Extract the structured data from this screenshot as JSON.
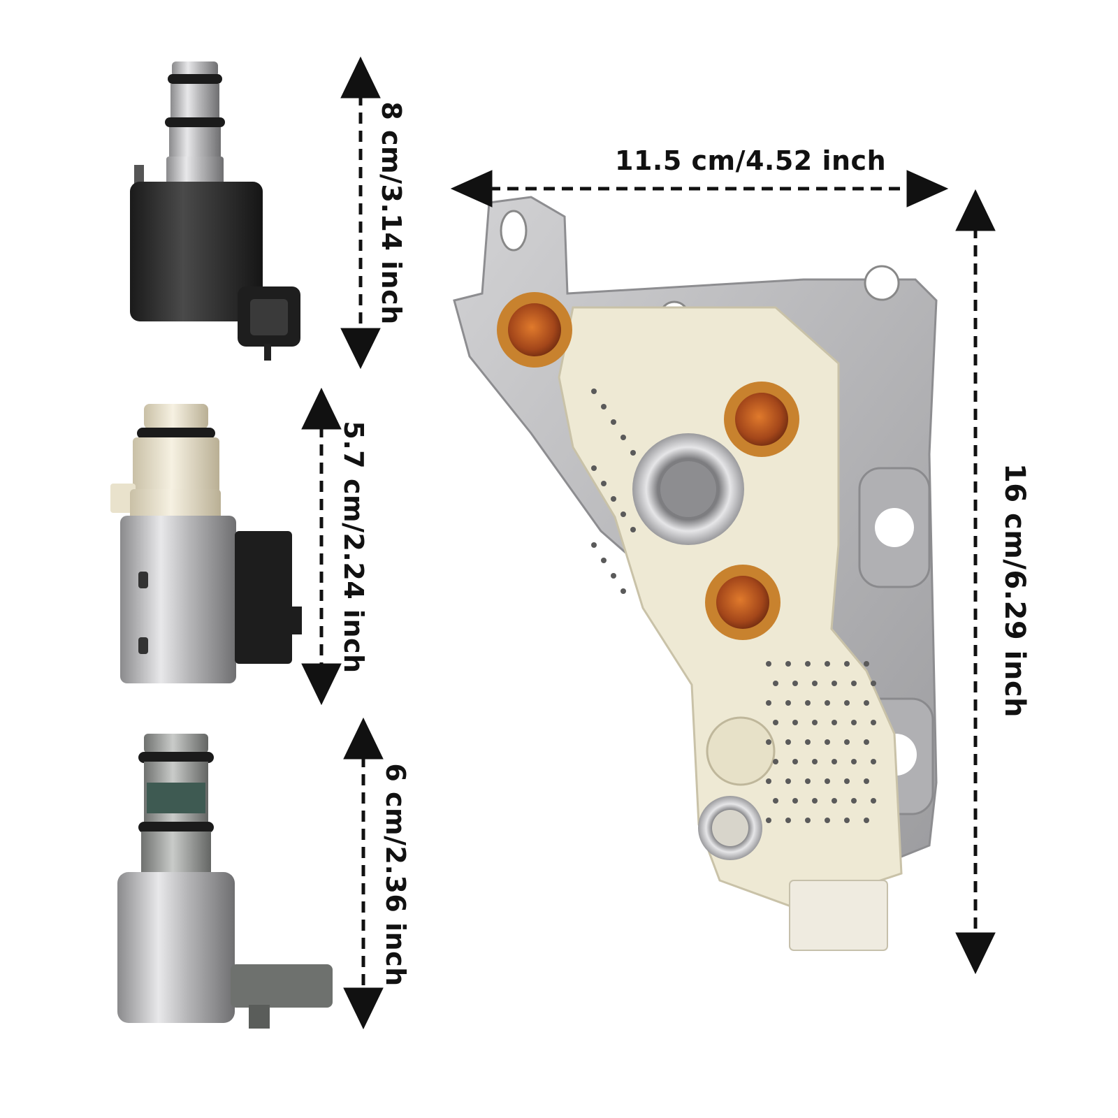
{
  "dimensions": {
    "solenoid_top_height": "8 cm/3.14 inch",
    "solenoid_middle_height": "5.7 cm/2.24 inch",
    "solenoid_bottom_height": "6 cm/2.36 inch",
    "plate_width": "11.5 cm/4.52 inch",
    "plate_height": "16 cm/6.29 inch"
  },
  "colors": {
    "arrow": "#111111",
    "plate_steel": "#b8b8ba",
    "board": "#eee9d4",
    "solenoid_black": "#2b2b2b",
    "solenoid_cream": "#efe8d4",
    "solenoid_grey": "#8f918f",
    "amber_seal": "#c8822e"
  }
}
